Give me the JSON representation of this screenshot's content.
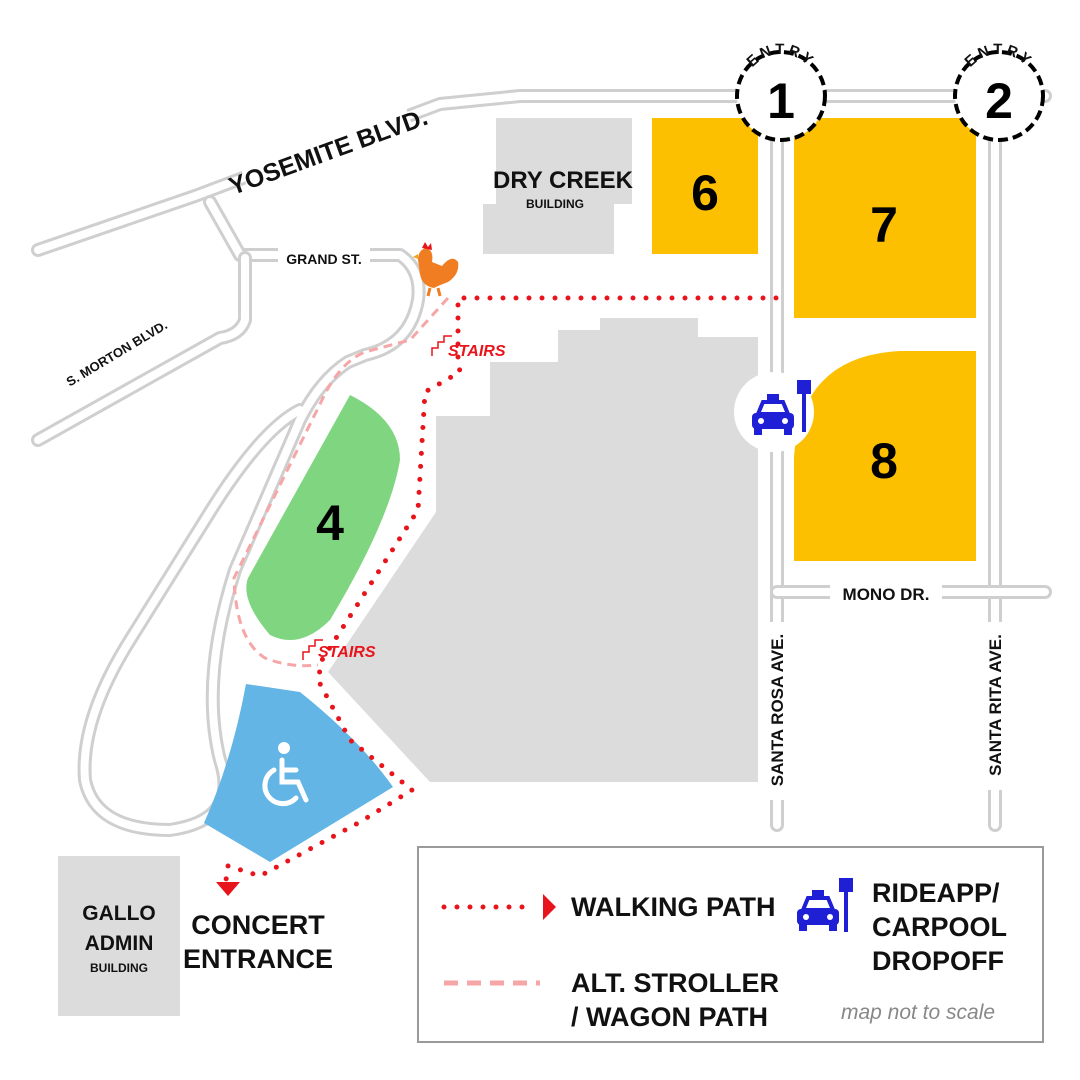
{
  "roads": {
    "yosemite": "YOSEMITE BLVD.",
    "grand": "GRAND ST.",
    "morton": "S. MORTON BLVD.",
    "mono": "MONO DR.",
    "santa_rosa": "SANTA ROSA AVE.",
    "santa_rita": "SANTA RITA AVE."
  },
  "entries": [
    {
      "label": "ENTRY",
      "number": "1"
    },
    {
      "label": "ENTRY",
      "number": "2"
    }
  ],
  "buildings": {
    "dry_creek": {
      "name": "DRY CREEK",
      "sub": "BUILDING"
    },
    "gallo": {
      "line1": "GALLO",
      "line2": "ADMIN",
      "sub": "BUILDING"
    }
  },
  "lots": [
    {
      "number": "6",
      "color": "#fcc000"
    },
    {
      "number": "7",
      "color": "#fcc000"
    },
    {
      "number": "8",
      "color": "#fcc000"
    },
    {
      "number": "4",
      "color": "#80d680"
    }
  ],
  "accessible_lot_color": "#62b5e5",
  "stairs": [
    "STAIRS",
    "STAIRS"
  ],
  "concert_entrance": {
    "line1": "CONCERT",
    "line2": "ENTRANCE"
  },
  "icons": [
    "rooster-icon",
    "taxi-icon",
    "wheelchair-icon",
    "stairs-icon"
  ],
  "legend": {
    "walking": "WALKING PATH",
    "stroller_line1": "ALT. STROLLER",
    "stroller_line2": "/ WAGON PATH",
    "ride_line1": "RIDEAPP/",
    "ride_line2": "CARPOOL",
    "ride_line3": "DROPOFF",
    "note": "map not to scale"
  },
  "colors": {
    "walking_path": "#e8141b",
    "stroller_path": "#f6a6a6",
    "dropoff_icon": "#1f1fd6"
  }
}
